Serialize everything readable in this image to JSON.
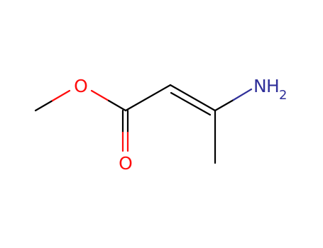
{
  "molecule": {
    "colors": {
      "carbon_bond": "#000000",
      "oxygen": "#ff0d0d",
      "nitrogen": "#3050f8",
      "nitrogen_dark": "#30309a"
    },
    "atoms": {
      "ester_oxygen": {
        "symbol": "O"
      },
      "carbonyl_oxygen": {
        "symbol": "O"
      },
      "amine": {
        "symbol": "N",
        "hydrogens": "H",
        "hydrogen_count": "2"
      }
    }
  }
}
